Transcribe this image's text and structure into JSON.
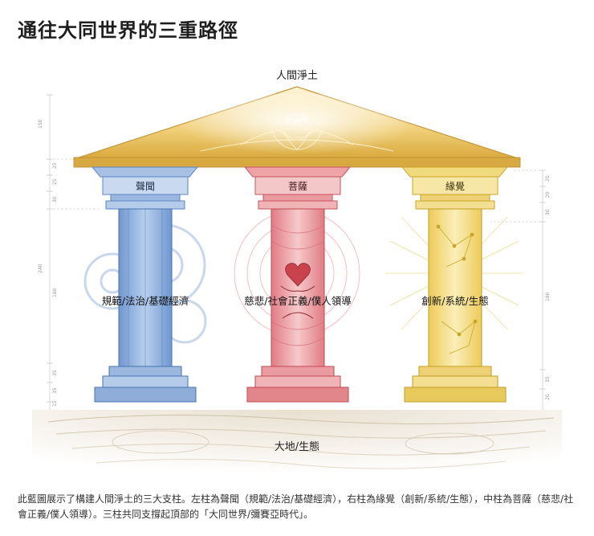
{
  "title": "通往大同世界的三重路徑",
  "roof_label": "人間淨土",
  "ground_label": "大地/生態",
  "pillars": [
    {
      "name": "聲聞",
      "subtitle": "規範/法治/基礎經濟",
      "color": "#5b86c4",
      "light": "#c9daf0",
      "icon": "gear-icon"
    },
    {
      "name": "菩薩",
      "subtitle": "慈悲/社會正義/僕人領導",
      "color": "#d9636d",
      "light": "#f3c6c8",
      "icon": "heart-hands-icon"
    },
    {
      "name": "緣覺",
      "subtitle": "創新/系統/生態",
      "color": "#e2c24a",
      "light": "#f6e7a6",
      "icon": "network-icon"
    }
  ],
  "dimensions": {
    "left": [
      "150",
      "25",
      "25",
      "30",
      "240",
      "180",
      "35",
      "35",
      "15"
    ],
    "right": [
      "20",
      "20",
      "30",
      "180",
      "35",
      "20"
    ]
  },
  "caption": "此藍圖展示了構建人間淨土的三大支柱。左柱為聲聞（規範/法治/基礎經濟），右柱為緣覺（創新/系統/生態），中柱為菩薩（慈悲/社會正義/僕人領導）。三柱共同支撐起頂部的「大同世界/彌賽亞時代」。",
  "colors": {
    "roof_gold": "#e6b84a",
    "roof_light": "#fbefc4",
    "ground": "#d9cdb8"
  }
}
